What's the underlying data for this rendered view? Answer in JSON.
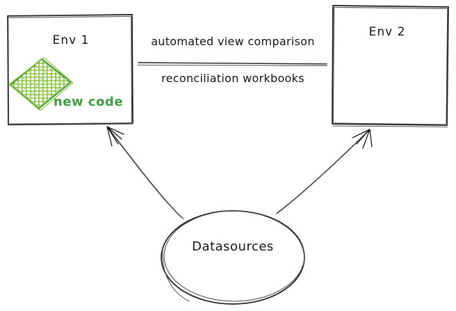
{
  "diagram": {
    "title": "environment comparison sketch",
    "background_color": "#ffffff",
    "ink_color": "#1b1b1b",
    "accent_color": "#45a248",
    "hatch_color": "#8cc63f",
    "nodes": [
      {
        "id": "env-1",
        "label": "Env 1",
        "shape": "rectangle",
        "annotation_label": "new code",
        "annotation_color": "#3f9c45"
      },
      {
        "id": "env-2",
        "label": "Env 2",
        "shape": "rectangle"
      },
      {
        "id": "datasources",
        "label": "Datasources",
        "shape": "ellipse"
      }
    ],
    "middle_labels": {
      "top": "automated view comparison",
      "bottom": "reconciliation workbooks"
    },
    "edges": [
      {
        "id": "datasources-to-env-1",
        "from": "Datasources",
        "to": "Env 1",
        "arrow": "single"
      },
      {
        "id": "datasources-to-env-2",
        "from": "Datasources",
        "to": "Env 2",
        "arrow": "single"
      }
    ]
  }
}
